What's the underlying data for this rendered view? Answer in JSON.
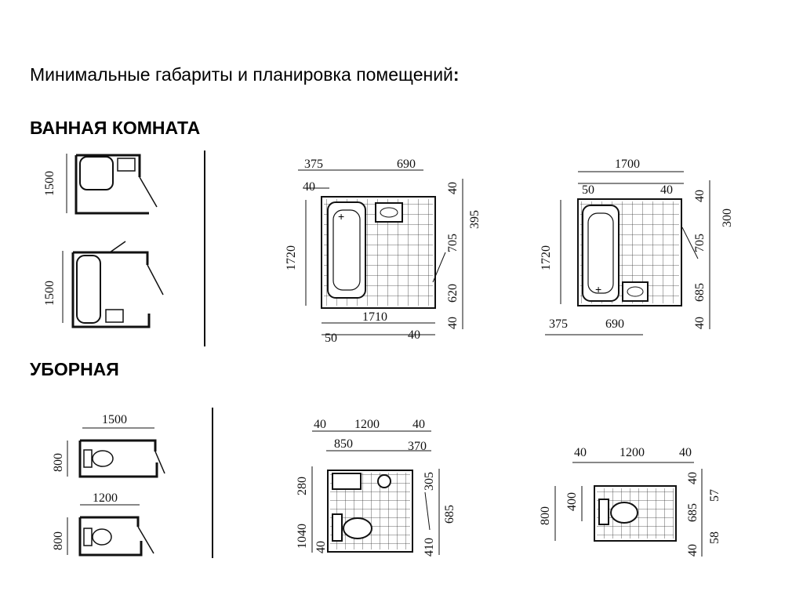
{
  "heading": {
    "text": "Минимальные габариты и планировка помещений",
    "colon": ":"
  },
  "sections": {
    "bathroom": "ВАННАЯ КОМНАТА",
    "toilet": "УБОРНАЯ"
  },
  "dims": {
    "b1_h": "1500",
    "b2_h": "1500",
    "b3_375": "375",
    "b3_690": "690",
    "b3_40a": "40",
    "b3_1720": "1720",
    "b3_40r": "40",
    "b3_395": "395",
    "b3_705": "705",
    "b3_620": "620",
    "b3_40rb": "40",
    "b3_1710": "1710",
    "b3_50": "50",
    "b3_40b": "40",
    "b4_1700": "1700",
    "b4_50": "50",
    "b4_40": "40",
    "b4_1720": "1720",
    "b4_40r": "40",
    "b4_300": "300",
    "b4_705": "705",
    "b4_685": "685",
    "b4_40rb": "40",
    "b4_375": "375",
    "b4_690": "690",
    "t1_1500": "1500",
    "t1_800": "800",
    "t2_1200": "1200",
    "t2_800": "800",
    "t3_40a": "40",
    "t3_1200": "1200",
    "t3_40b": "40",
    "t3_850": "850",
    "t3_370": "370",
    "t3_280": "280",
    "t3_1040": "1040",
    "t3_40l": "40",
    "t3_305": "305",
    "t3_685": "685",
    "t3_410": "410",
    "t4_40a": "40",
    "t4_1200": "1200",
    "t4_40b": "40",
    "t4_800": "800",
    "t4_400": "400",
    "t4_40r": "40",
    "t4_57": "57",
    "t4_685": "685",
    "t4_58": "58",
    "t4_40rb": "40"
  }
}
